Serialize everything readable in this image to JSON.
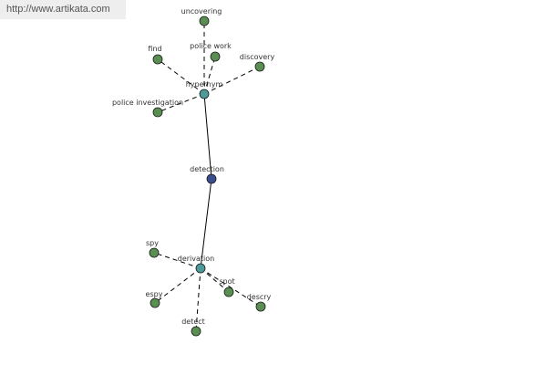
{
  "watermark": "http://www.artikata.com",
  "colors": {
    "leaf": "#5a8f52",
    "hub": "#4e9a9a",
    "center": "#3a4d8f"
  },
  "nodes": [
    {
      "id": "detection",
      "label": "detection",
      "kind": "center"
    },
    {
      "id": "hypernym",
      "label": "hypernym",
      "kind": "hub"
    },
    {
      "id": "derivation",
      "label": "derivation",
      "kind": "hub"
    },
    {
      "id": "uncovering",
      "label": "uncovering",
      "kind": "leaf"
    },
    {
      "id": "police_work",
      "label": "police work",
      "kind": "leaf"
    },
    {
      "id": "find",
      "label": "find",
      "kind": "leaf"
    },
    {
      "id": "discovery",
      "label": "discovery",
      "kind": "leaf"
    },
    {
      "id": "police_investigation",
      "label": "police investigation",
      "kind": "leaf"
    },
    {
      "id": "spy",
      "label": "spy",
      "kind": "leaf"
    },
    {
      "id": "espy",
      "label": "espy",
      "kind": "leaf"
    },
    {
      "id": "detect",
      "label": "detect",
      "kind": "leaf"
    },
    {
      "id": "spot",
      "label": "spot",
      "kind": "leaf"
    },
    {
      "id": "descry",
      "label": "descry",
      "kind": "leaf"
    }
  ],
  "edges": [
    {
      "from": "detection",
      "to": "hypernym",
      "style": "solid"
    },
    {
      "from": "detection",
      "to": "derivation",
      "style": "solid"
    },
    {
      "from": "hypernym",
      "to": "uncovering",
      "style": "dashed"
    },
    {
      "from": "hypernym",
      "to": "police_work",
      "style": "dashed"
    },
    {
      "from": "hypernym",
      "to": "find",
      "style": "dashed"
    },
    {
      "from": "hypernym",
      "to": "discovery",
      "style": "dashed"
    },
    {
      "from": "hypernym",
      "to": "police_investigation",
      "style": "dashed"
    },
    {
      "from": "derivation",
      "to": "spy",
      "style": "dashed"
    },
    {
      "from": "derivation",
      "to": "espy",
      "style": "dashed"
    },
    {
      "from": "derivation",
      "to": "detect",
      "style": "dashed"
    },
    {
      "from": "derivation",
      "to": "spot",
      "style": "dashed"
    },
    {
      "from": "derivation",
      "to": "descry",
      "style": "dashed"
    }
  ]
}
